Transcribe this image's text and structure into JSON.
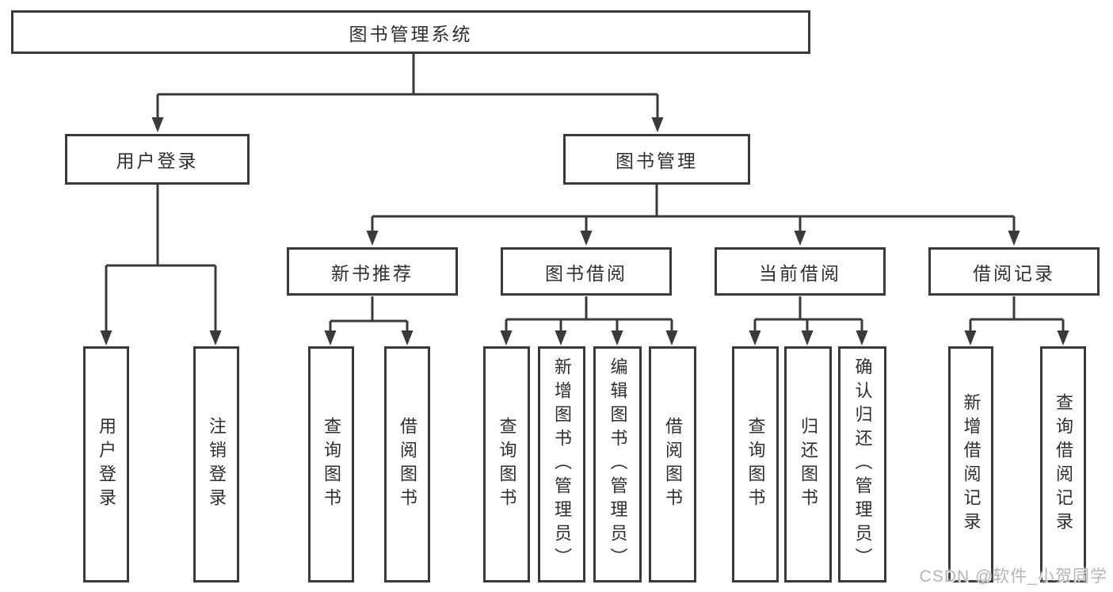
{
  "tree": {
    "root": "图书管理系统",
    "children": [
      {
        "label": "用户登录",
        "children": [
          "用户登录",
          "注销登录"
        ]
      },
      {
        "label": "图书管理",
        "children": [
          {
            "label": "新书推荐",
            "children": [
              "查询图书",
              "借阅图书"
            ]
          },
          {
            "label": "图书借阅",
            "children": [
              "查询图书",
              "新增图书（管理员）",
              "编辑图书（管理员）",
              "借阅图书"
            ]
          },
          {
            "label": "当前借阅",
            "children": [
              "查询图书",
              "归还图书",
              "确认归还（管理员）"
            ]
          },
          {
            "label": "借阅记录",
            "children": [
              "新增借阅记录",
              "查询借阅记录"
            ]
          }
        ]
      }
    ]
  },
  "watermark": {
    "text": "CSDN @软件_小贺同学"
  },
  "colors": {
    "line": "#3a3a3a",
    "box_border": "#3a3a3a",
    "text": "#2f2f2f",
    "background": "#ffffff",
    "watermark": "#b5b5b5"
  }
}
